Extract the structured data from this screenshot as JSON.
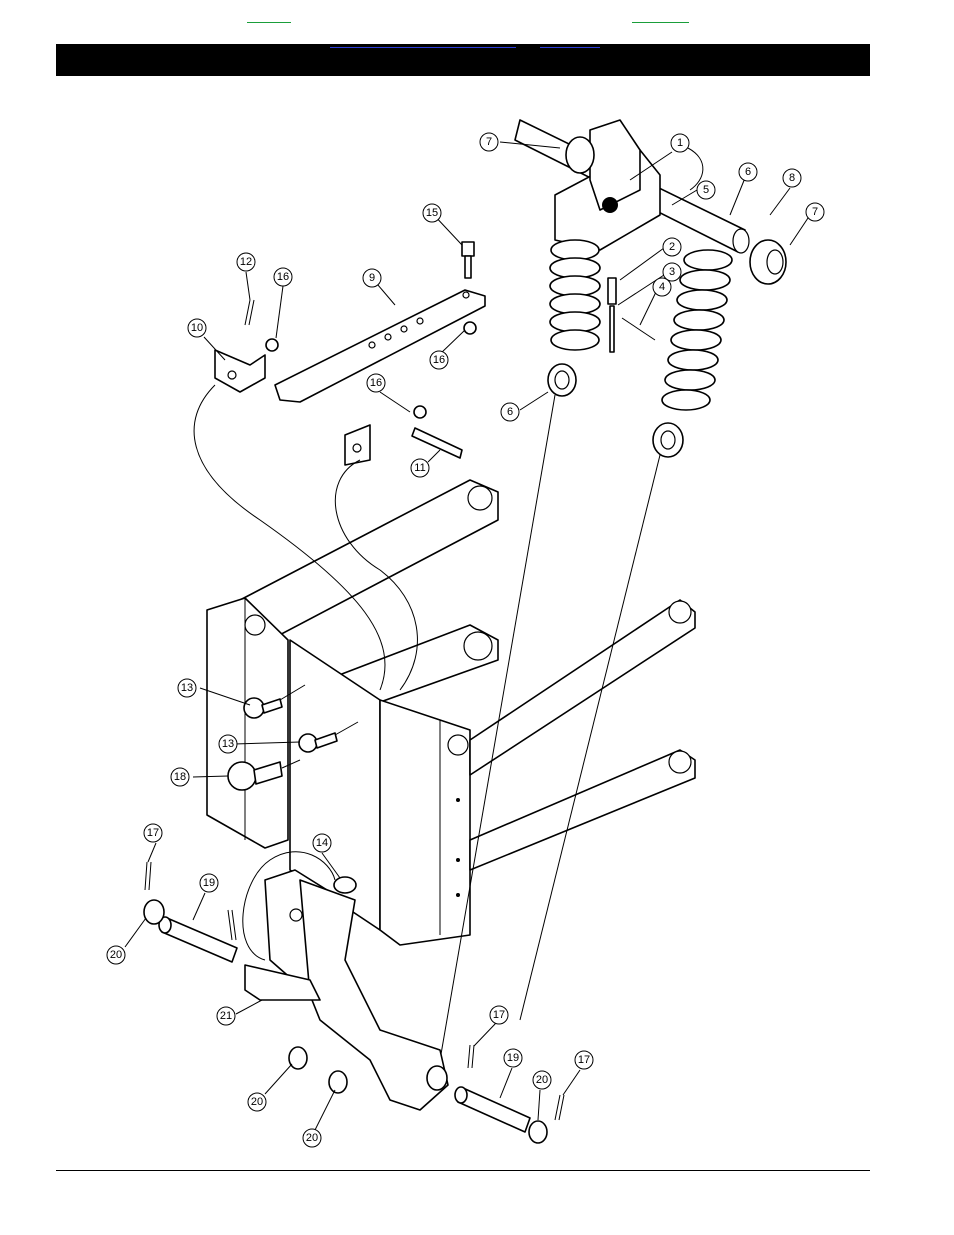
{
  "nav": {
    "left_link": "",
    "right_link": "",
    "header_link_1": "",
    "header_link_2": ""
  },
  "callouts": [
    {
      "id": "c1",
      "label": "1"
    },
    {
      "id": "c2",
      "label": "2"
    },
    {
      "id": "c3",
      "label": "3"
    },
    {
      "id": "c4",
      "label": "4"
    },
    {
      "id": "c5",
      "label": "5"
    },
    {
      "id": "c6a",
      "label": "6"
    },
    {
      "id": "c6b",
      "label": "6"
    },
    {
      "id": "c7a",
      "label": "7"
    },
    {
      "id": "c7b",
      "label": "7"
    },
    {
      "id": "c8",
      "label": "8"
    },
    {
      "id": "c9",
      "label": "9"
    },
    {
      "id": "c10",
      "label": "10"
    },
    {
      "id": "c11",
      "label": "11"
    },
    {
      "id": "c12",
      "label": "12"
    },
    {
      "id": "c13a",
      "label": "13"
    },
    {
      "id": "c13b",
      "label": "13"
    },
    {
      "id": "c14",
      "label": "14"
    },
    {
      "id": "c15",
      "label": "15"
    },
    {
      "id": "c16a",
      "label": "16"
    },
    {
      "id": "c16b",
      "label": "16"
    },
    {
      "id": "c16c",
      "label": "16"
    },
    {
      "id": "c17a",
      "label": "17"
    },
    {
      "id": "c17b",
      "label": "17"
    },
    {
      "id": "c17c",
      "label": "17"
    },
    {
      "id": "c18",
      "label": "18"
    },
    {
      "id": "c19a",
      "label": "19"
    },
    {
      "id": "c19b",
      "label": "19"
    },
    {
      "id": "c20a",
      "label": "20"
    },
    {
      "id": "c20b",
      "label": "20"
    },
    {
      "id": "c20c",
      "label": "20"
    },
    {
      "id": "c20d",
      "label": "20"
    },
    {
      "id": "c21",
      "label": "21"
    }
  ]
}
